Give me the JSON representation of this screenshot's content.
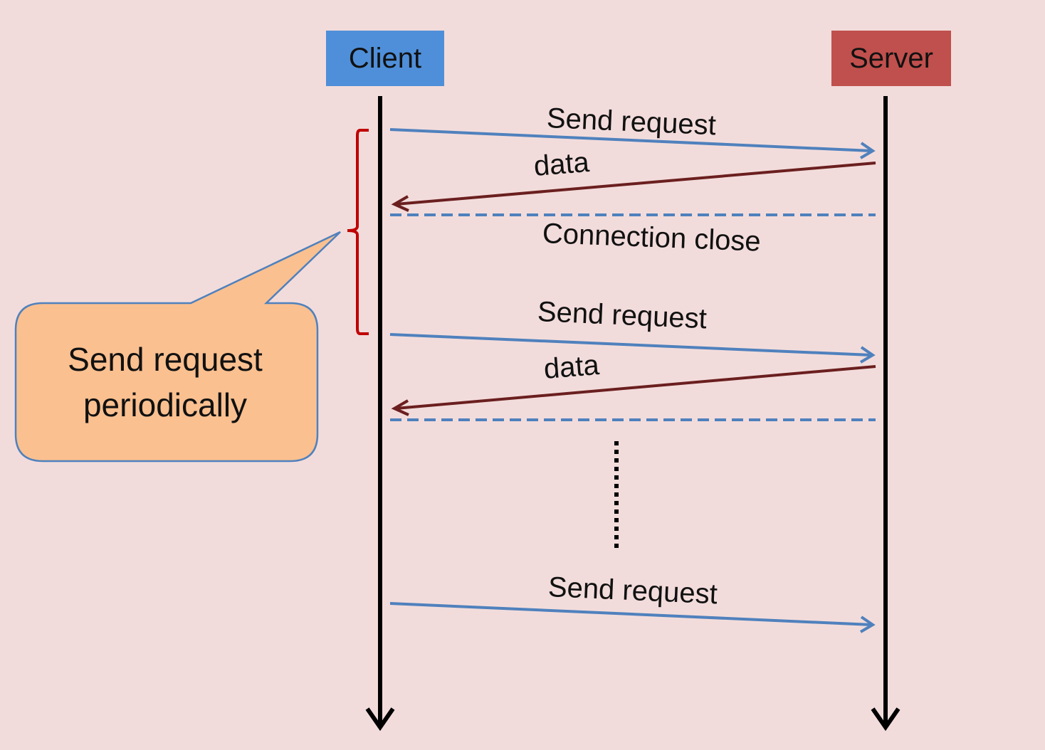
{
  "participants": {
    "client": "Client",
    "server": "Server"
  },
  "messages": [
    {
      "label": "Send request",
      "direction": "client-to-server"
    },
    {
      "label": "data",
      "direction": "server-to-client"
    },
    {
      "label": "Connection close",
      "type": "separator"
    },
    {
      "label": "Send request",
      "direction": "client-to-server"
    },
    {
      "label": "data",
      "direction": "server-to-client"
    },
    {
      "label": "Send request",
      "direction": "client-to-server"
    }
  ],
  "callout": {
    "line1": "Send request",
    "line2": "periodically"
  },
  "colors": {
    "background": "#f2dcdb",
    "client": "#4f8fd9",
    "server": "#c0504d",
    "request_arrow": "#4f81bd",
    "data_arrow": "#6b1f1f",
    "bracket": "#c00000",
    "callout_fill": "#fac090",
    "callout_border": "#4f81bd"
  }
}
